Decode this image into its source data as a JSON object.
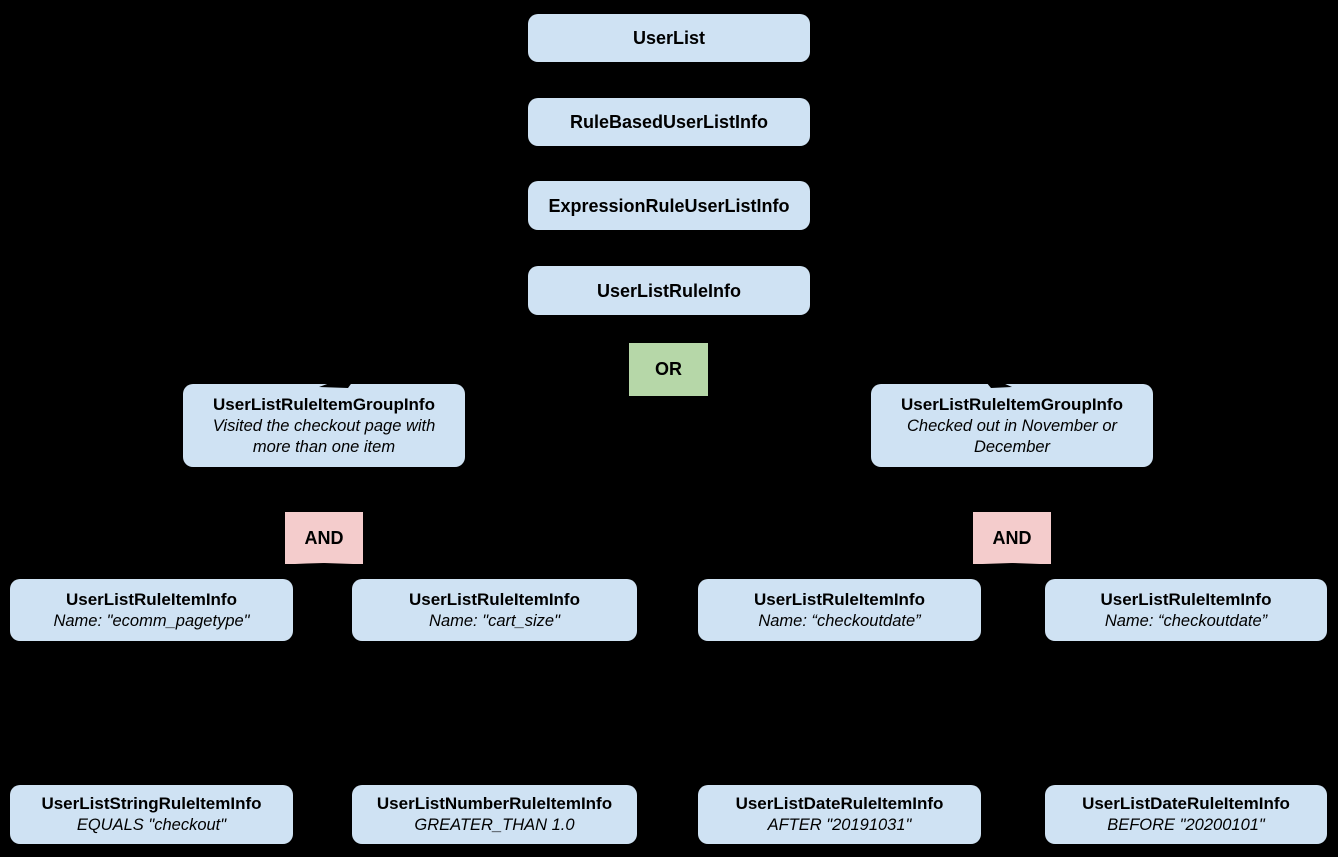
{
  "canvas": {
    "background": "#000000"
  },
  "colors": {
    "canvas_bg": "#000000",
    "node_fill": "#cfe2f3",
    "or_fill": "#b6d7a8",
    "and_fill": "#f4cccc",
    "text_color": "#000000"
  },
  "nodes": {
    "user_list": {
      "title": "UserList"
    },
    "rule_based": {
      "title": "RuleBasedUserListInfo"
    },
    "expression_rule": {
      "title": "ExpressionRuleUserListInfo"
    },
    "user_list_rule": {
      "title": "UserListRuleInfo"
    },
    "or_operator": {
      "label": "OR"
    },
    "and_operator_left": {
      "label": "AND"
    },
    "and_operator_right": {
      "label": "AND"
    },
    "group_left": {
      "title": "UserListRuleItemGroupInfo",
      "desc": "Visited the checkout page with more than one item"
    },
    "group_right": {
      "title": "UserListRuleItemGroupInfo",
      "desc": "Checked out in November or December"
    },
    "item_1": {
      "title": "UserListRuleItemInfo",
      "desc": "Name: \"ecomm_pagetype\""
    },
    "item_2": {
      "title": "UserListRuleItemInfo",
      "desc": "Name: \"cart_size\""
    },
    "item_3": {
      "title": "UserListRuleItemInfo",
      "desc": "Name: “checkoutdate”"
    },
    "item_4": {
      "title": "UserListRuleItemInfo",
      "desc": "Name: “checkoutdate”"
    },
    "leaf_1": {
      "title": "UserListStringRuleItemInfo",
      "desc": "EQUALS \"checkout\""
    },
    "leaf_2": {
      "title": "UserListNumberRuleItemInfo",
      "desc": "GREATER_THAN 1.0"
    },
    "leaf_3": {
      "title": "UserListDateRuleItemInfo",
      "desc": "AFTER \"20191031\""
    },
    "leaf_4": {
      "title": "UserListDateRuleItemInfo",
      "desc": "BEFORE \"20200101\""
    }
  }
}
